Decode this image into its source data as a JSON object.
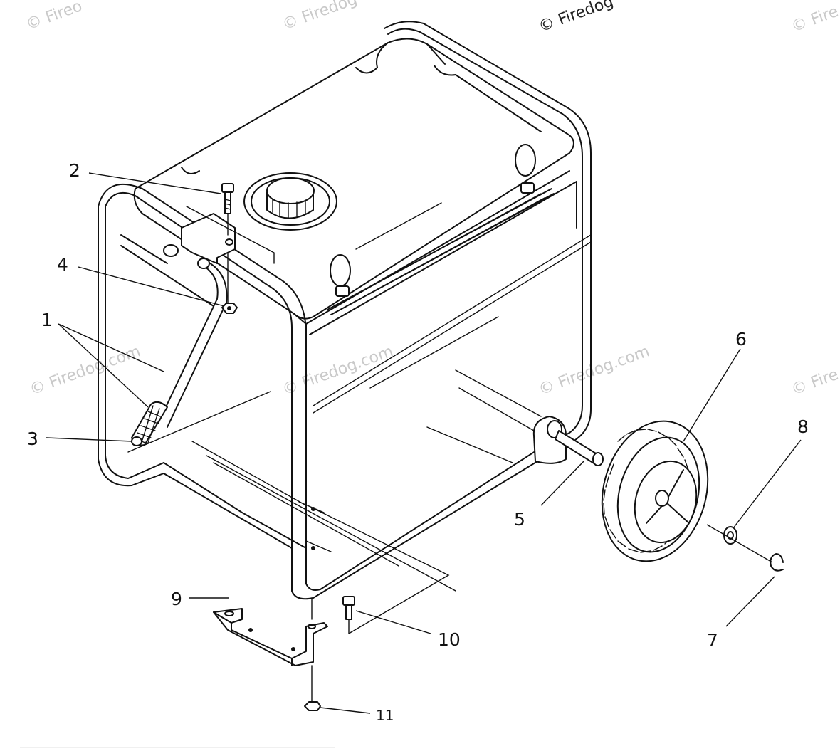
{
  "watermark": {
    "brand": "Firedog",
    "brand_full": "© Firedog.com",
    "brand_top": "© Firedog",
    "brand_fragment": "© Fire",
    "brand_left_top": "© Fireo",
    "brand_left_mid": "© Firedog.com",
    "brand_mid_top": "© Firedog",
    "brand_mid": "© Firedog.com",
    "brand_right_mid": "© Firedog.com"
  },
  "callouts": {
    "c1": "1",
    "c2": "2",
    "c3": "3",
    "c4": "4",
    "c5": "5",
    "c6": "6",
    "c7": "7",
    "c8": "8",
    "c9": "9",
    "c10": "10",
    "c11": "11"
  }
}
